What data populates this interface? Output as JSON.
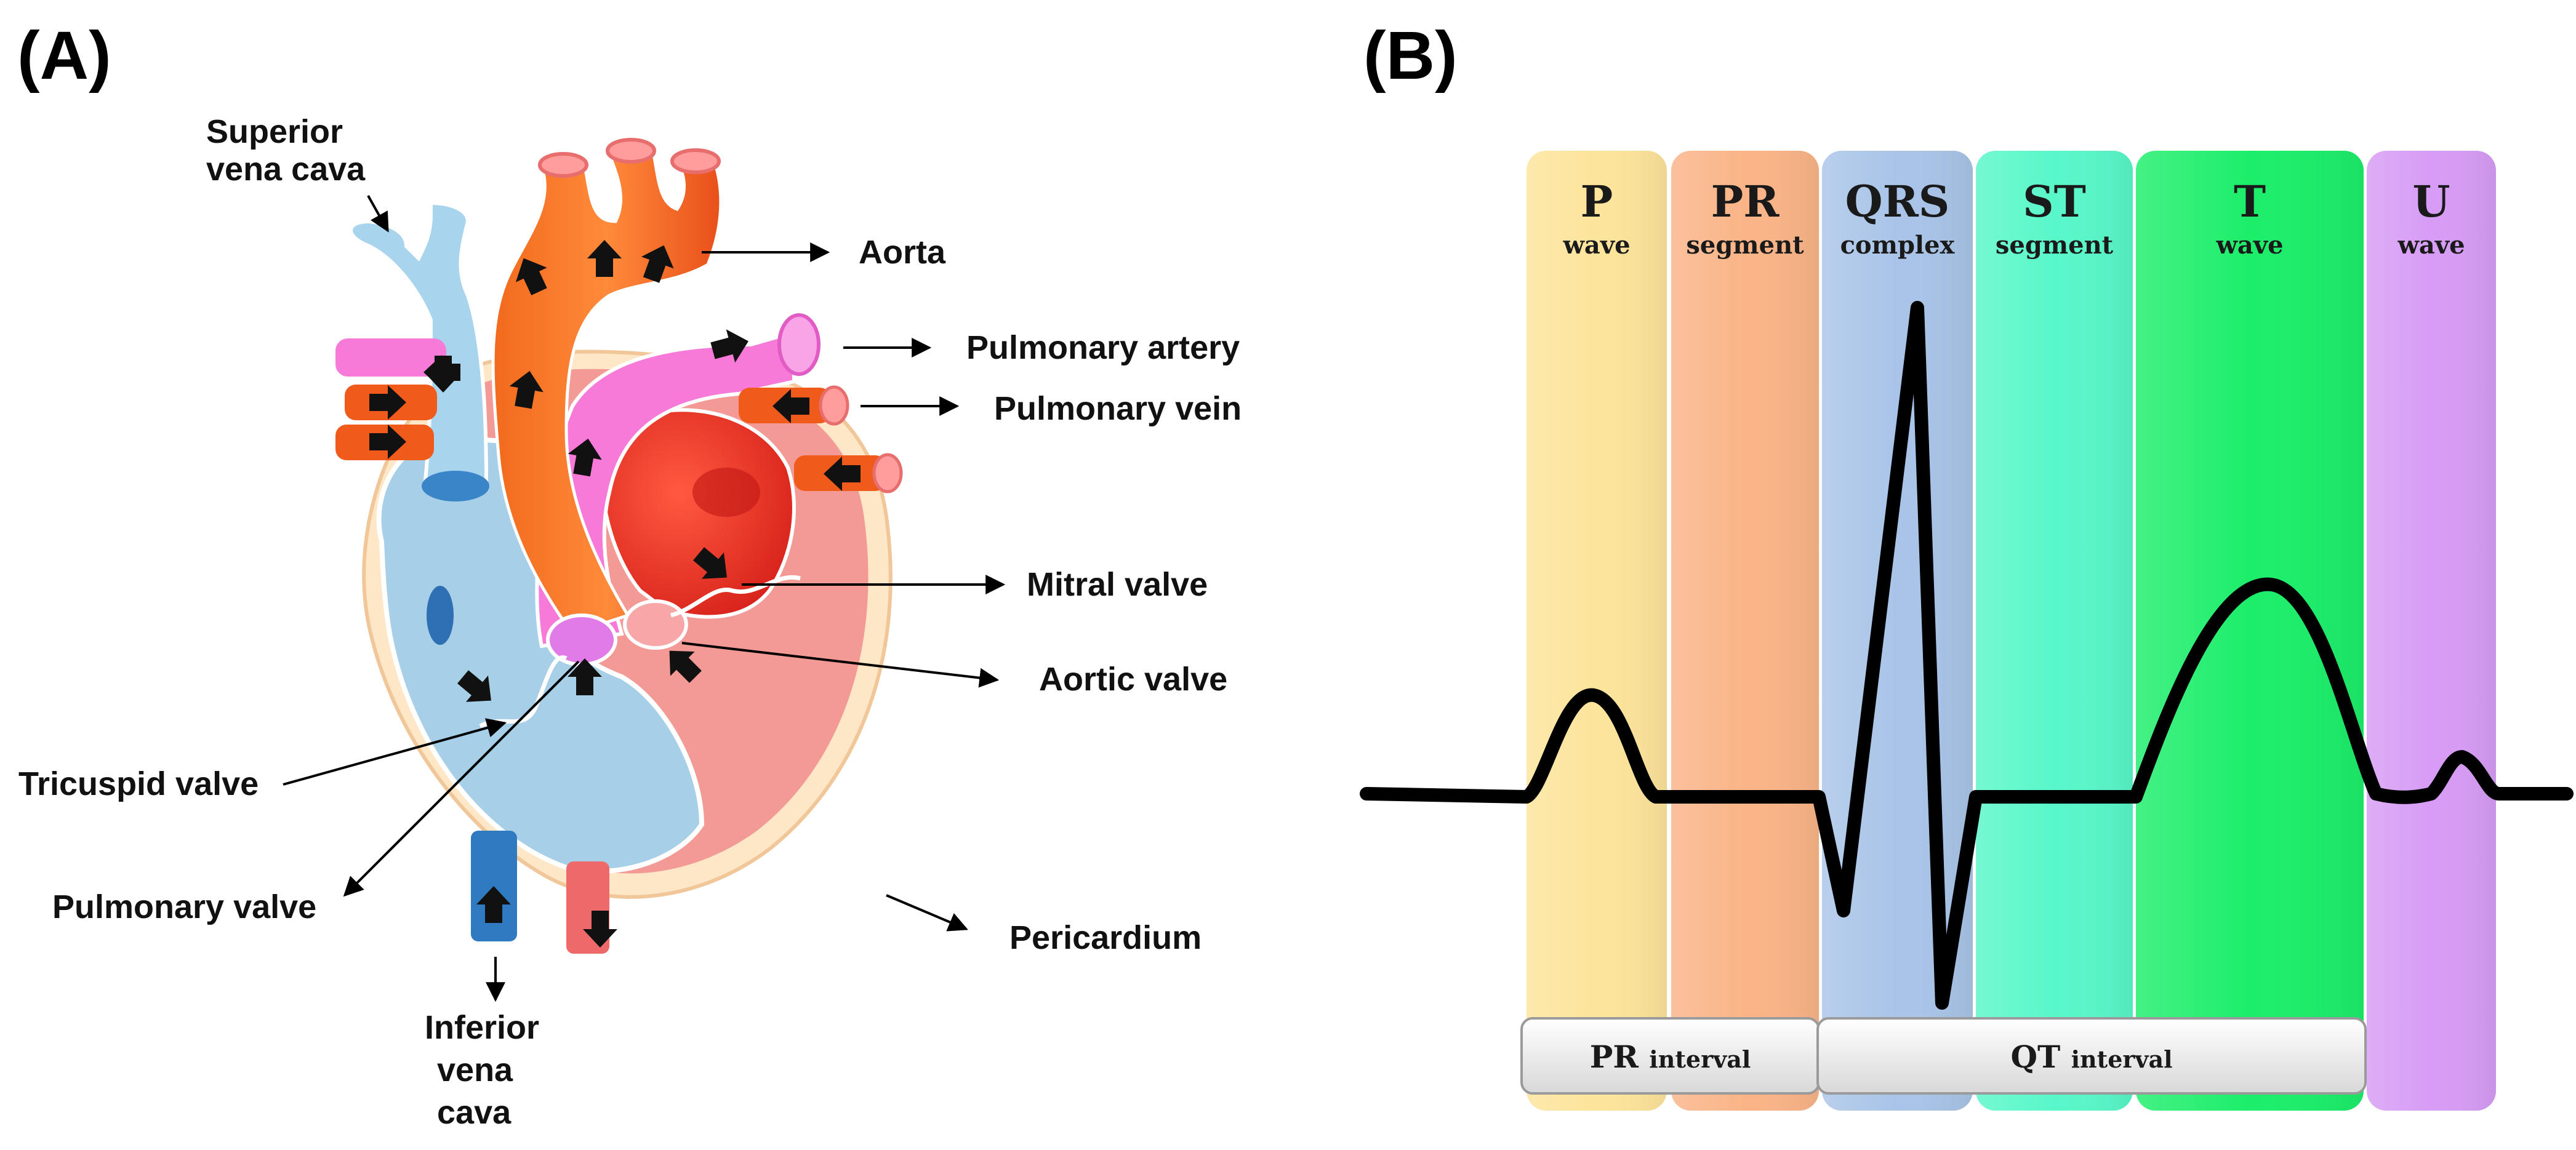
{
  "panel_a": {
    "label": "(A)",
    "labels": {
      "superior_vena_cava_1": "Superior",
      "superior_vena_cava_2": "vena cava",
      "aorta": "Aorta",
      "pulmonary_artery": "Pulmonary artery",
      "pulmonary_vein": "Pulmonary vein",
      "mitral_valve": "Mitral valve",
      "aortic_valve": "Aortic valve",
      "tricuspid_valve": "Tricuspid valve",
      "pulmonary_valve": "Pulmonary valve",
      "pericardium": "Pericardium",
      "inferior_vena_cava_1": "Inferior",
      "inferior_vena_cava_2": "vena",
      "inferior_vena_cava_3": "cava"
    },
    "colors": {
      "aorta": "#f05a1a",
      "pulmonary_artery": "#f77ad8",
      "vena_cava": "#a9d4ee",
      "right_heart": "#a8cfe8",
      "left_ventricle": "#e53a2a",
      "myocardium": "#f39a96",
      "pericardium": "#fde7c7"
    }
  },
  "panel_b": {
    "label": "(B)",
    "bands": [
      {
        "big": "P",
        "small": "wave",
        "color": "#fde49b"
      },
      {
        "big": "PR",
        "small": "segment",
        "color": "#fab487"
      },
      {
        "big": "QRS",
        "small": "complex",
        "color": "#a9c4e8"
      },
      {
        "big": "ST",
        "small": "segment",
        "color": "#58f7c9"
      },
      {
        "big": "T",
        "small": "wave",
        "color": "#1cee6a"
      },
      {
        "big": "U",
        "small": "wave",
        "color": "#d79cf5"
      }
    ],
    "intervals": [
      {
        "big": "PR",
        "small": "interval"
      },
      {
        "big": "QT",
        "small": "interval"
      }
    ],
    "trace_color": "#000000"
  }
}
